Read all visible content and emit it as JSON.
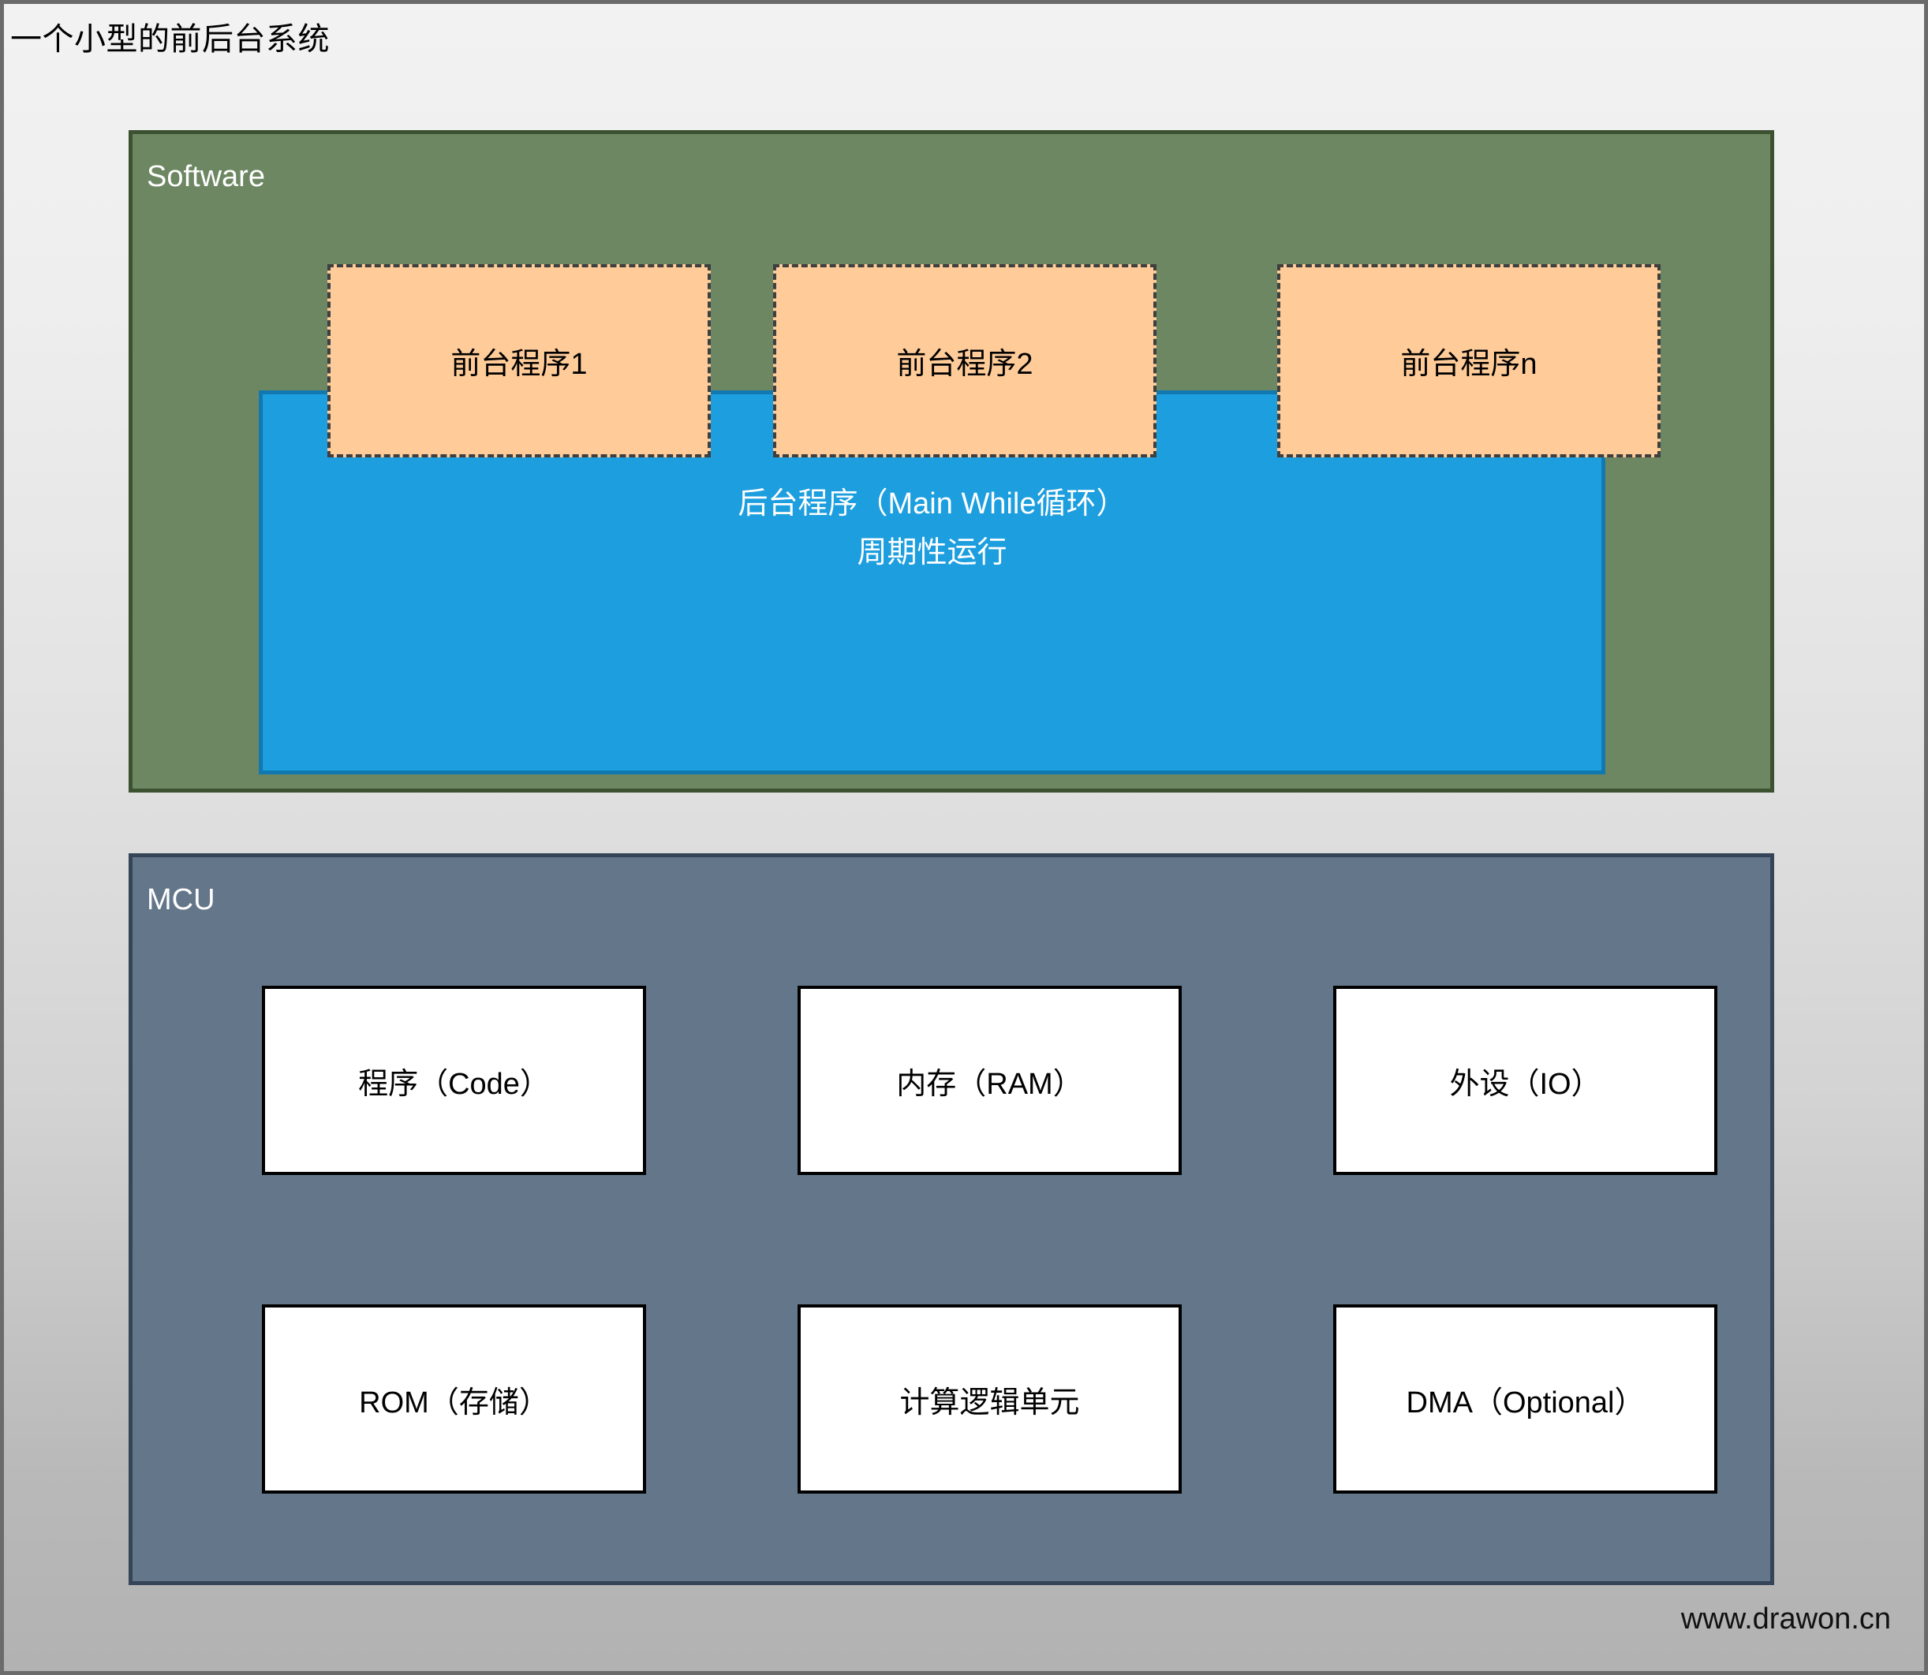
{
  "page": {
    "title": "一个小型的前后台系统",
    "watermark": "www.drawon.cn",
    "background_color": "#d8d8d8",
    "border_color": "#6b6b6b"
  },
  "software": {
    "label": "Software",
    "fill_color": "#6d8762",
    "border_color": "#3b5130",
    "label_color": "#ffffff",
    "foreground_tasks": [
      {
        "label": "前台程序1"
      },
      {
        "label": "前台程序2"
      },
      {
        "label": "前台程序n"
      }
    ],
    "foreground_task_style": {
      "fill_color": "#ffcc99",
      "border_color": "#3f3f3f",
      "border_style": "dashed"
    },
    "background_process": {
      "label": "后台程序（Main While循环）\n周期性运行",
      "line1": "后台程序（Main While循环）",
      "line2": "周期性运行",
      "fill_color": "#1d9ede",
      "border_color": "#1279b0",
      "text_color": "#ffffff"
    }
  },
  "mcu": {
    "label": "MCU",
    "fill_color": "#647689",
    "border_color": "#354457",
    "label_color": "#ffffff",
    "blocks": [
      {
        "label": "程序（Code）"
      },
      {
        "label": "内存（RAM）"
      },
      {
        "label": "外设（IO）"
      },
      {
        "label": "ROM（存储）"
      },
      {
        "label": "计算逻辑单元"
      },
      {
        "label": "DMA（Optional）"
      }
    ],
    "block_style": {
      "fill_color": "#ffffff",
      "border_color": "#000000",
      "text_color": "#000000"
    }
  }
}
